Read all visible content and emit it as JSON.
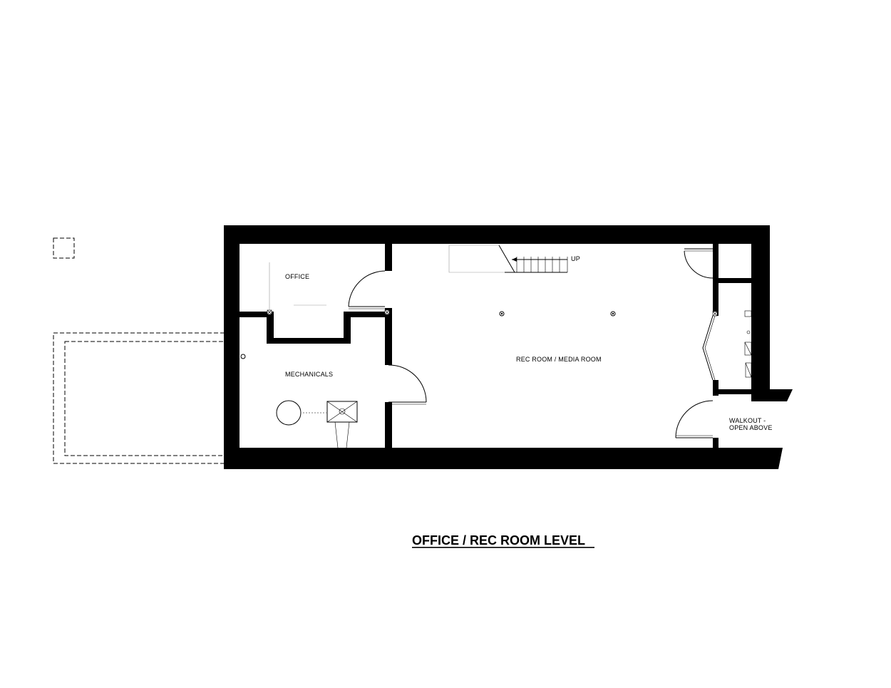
{
  "drawing_title": "OFFICE / REC ROOM LEVEL",
  "rooms": {
    "office": "OFFICE",
    "mechanicals": "MECHANICALS",
    "rec_room": "REC ROOM / MEDIA ROOM",
    "walkout_line1": "WALKOUT -",
    "walkout_line2": "OPEN ABOVE"
  },
  "stair": {
    "direction_label": "UP"
  },
  "icons": [
    "column-marker-icon",
    "light-fixture-icon",
    "water-heater-icon",
    "floor-drain-icon",
    "door-swing-icon"
  ]
}
